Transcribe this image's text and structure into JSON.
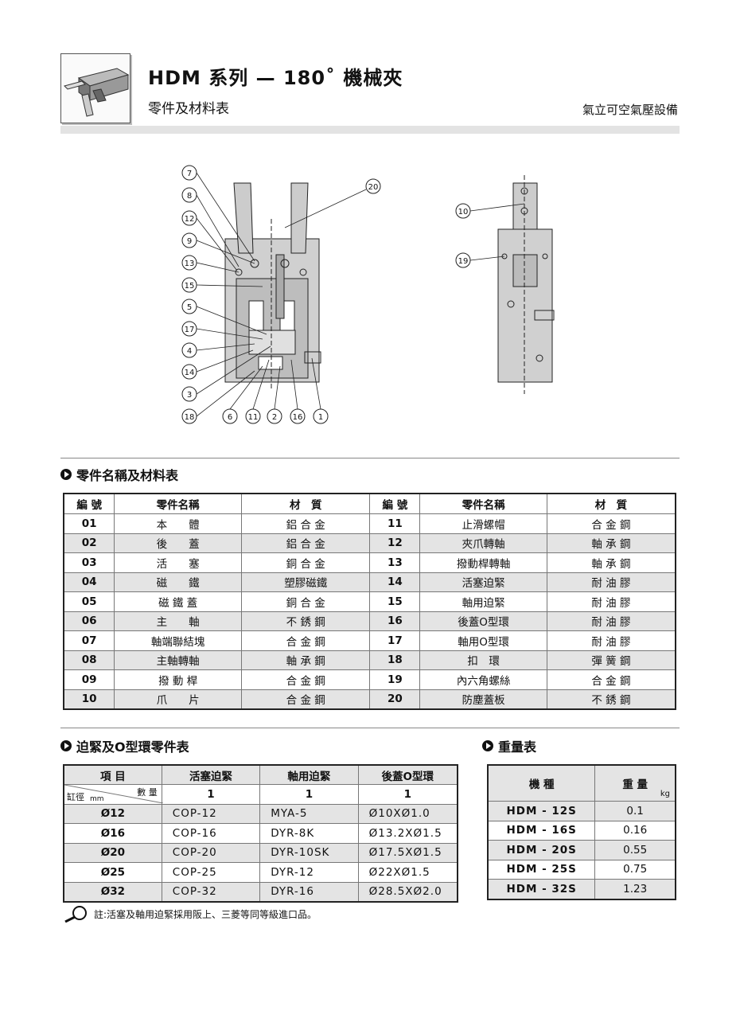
{
  "header": {
    "title": "HDM 系列 — 180˚ 機械夾",
    "subtitle": "零件及材料表",
    "brand": "氣立可空氣壓設備"
  },
  "diagram": {
    "front_callouts": [
      "7",
      "8",
      "12",
      "9",
      "13",
      "15",
      "5",
      "17",
      "4",
      "14",
      "3",
      "18"
    ],
    "bottom_callouts": [
      "6",
      "11",
      "2",
      "16",
      "1"
    ],
    "top_callout": "20",
    "side_callouts": [
      "10",
      "19"
    ]
  },
  "parts_section": {
    "title": "零件名稱及材料表",
    "headers": [
      "編 號",
      "零件名稱",
      "材　質",
      "編 號",
      "零件名稱",
      "材　質"
    ],
    "rows": [
      [
        "01",
        "本　　體",
        "鋁 合 金",
        "11",
        "止滑螺帽",
        "合 金 鋼"
      ],
      [
        "02",
        "後　　蓋",
        "鋁 合 金",
        "12",
        "夾爪轉軸",
        "軸 承 鋼"
      ],
      [
        "03",
        "活　　塞",
        "銅 合 金",
        "13",
        "撥動桿轉軸",
        "軸 承 鋼"
      ],
      [
        "04",
        "磁　　鐵",
        "塑膠磁鐵",
        "14",
        "活塞迫緊",
        "耐 油 膠"
      ],
      [
        "05",
        "磁 鐵 蓋",
        "銅 合 金",
        "15",
        "軸用迫緊",
        "耐 油 膠"
      ],
      [
        "06",
        "主　　軸",
        "不 銹 鋼",
        "16",
        "後蓋O型環",
        "耐 油 膠"
      ],
      [
        "07",
        "軸端聯結塊",
        "合 金 鋼",
        "17",
        "軸用O型環",
        "耐 油 膠"
      ],
      [
        "08",
        "主軸轉軸",
        "軸 承 鋼",
        "18",
        "扣　環",
        "彈 簧 鋼"
      ],
      [
        "09",
        "撥 動 桿",
        "合 金 鋼",
        "19",
        "內六角螺絲",
        "合 金 鋼"
      ],
      [
        "10",
        "爪　　片",
        "合 金 鋼",
        "20",
        "防塵蓋板",
        "不 銹 鋼"
      ]
    ]
  },
  "seal_section": {
    "title": "迫緊及O型環零件表",
    "headers": [
      "項 目",
      "活塞迫緊",
      "軸用迫緊",
      "後蓋O型環"
    ],
    "sub_left": "缸徑",
    "sub_unit": "mm",
    "sub_right": "數 量",
    "quantities": [
      "1",
      "1",
      "1"
    ],
    "rows": [
      [
        "Ø12",
        "COP-12",
        "MYA-5",
        "Ø10XØ1.0"
      ],
      [
        "Ø16",
        "COP-16",
        "DYR-8K",
        "Ø13.2XØ1.5"
      ],
      [
        "Ø20",
        "COP-20",
        "DYR-10SK",
        "Ø17.5XØ1.5"
      ],
      [
        "Ø25",
        "COP-25",
        "DYR-12",
        "Ø22XØ1.5"
      ],
      [
        "Ø32",
        "COP-32",
        "DYR-16",
        "Ø28.5XØ2.0"
      ]
    ]
  },
  "weight_section": {
    "title": "重量表",
    "headers": [
      "機 種",
      "重 量"
    ],
    "unit": "kg",
    "rows": [
      [
        "HDM - 12S",
        "0.1"
      ],
      [
        "HDM - 16S",
        "0.16"
      ],
      [
        "HDM - 20S",
        "0.55"
      ],
      [
        "HDM - 25S",
        "0.75"
      ],
      [
        "HDM - 32S",
        "1.23"
      ]
    ]
  },
  "note": "註:活塞及軸用迫緊採用阪上、三菱等同等級進口品。"
}
